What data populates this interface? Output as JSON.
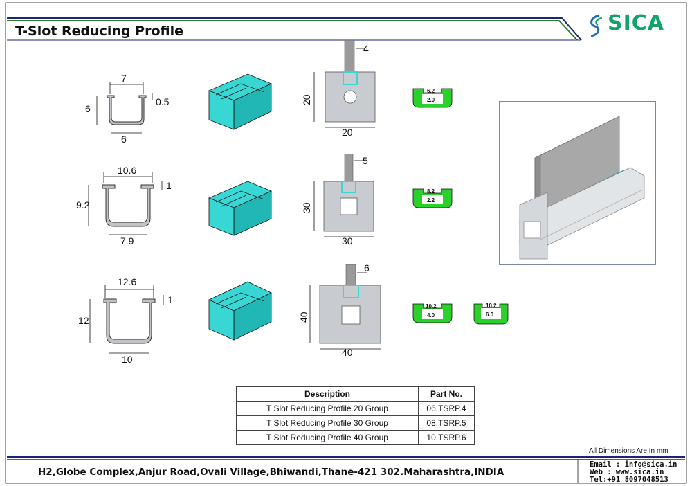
{
  "header": {
    "title": "T-Slot Reducing Profile",
    "logo_text": "SICA"
  },
  "rows": [
    {
      "group": "20",
      "profile_top": "7",
      "profile_side": "6",
      "profile_bottom": "6",
      "lip": "0.5",
      "slot_width": "4",
      "extrusion_h": "20",
      "extrusion_w": "20",
      "insert_a_top": "6.2",
      "insert_a_bottom": "2.0"
    },
    {
      "group": "30",
      "profile_top": "10.6",
      "profile_side": "9.2",
      "profile_bottom": "7.9",
      "lip": "1",
      "slot_width": "5",
      "extrusion_h": "30",
      "extrusion_w": "30",
      "insert_a_top": "8.2",
      "insert_a_bottom": "2.2"
    },
    {
      "group": "40",
      "profile_top": "12.6",
      "profile_side": "12",
      "profile_bottom": "10",
      "lip": "1",
      "slot_width": "6",
      "extrusion_h": "40",
      "extrusion_w": "40",
      "insert_a_top": "10.2",
      "insert_a_bottom": "4.0",
      "insert_b_top": "10.2",
      "insert_b_bottom": "6.0"
    }
  ],
  "table": {
    "headers": [
      "Description",
      "Part No."
    ],
    "rows": [
      [
        "T Slot Reducing Profile 20 Group",
        "06.TSRP.4"
      ],
      [
        "T Slot Reducing Profile 30 Group",
        "08.TSRP.5"
      ],
      [
        "T Slot Reducing Profile 40 Group",
        "10.TSRP.6"
      ]
    ]
  },
  "note": "All Dimensions Are In mm",
  "footer": {
    "address": "H2,Globe Complex,Anjur Road,Ovali Village,Bhiwandi,Thane-421 302.Maharashtra,INDIA",
    "email": "Email : info@sica.in",
    "web": "Web   : www.sica.in",
    "tel": "Tel:+91 8097048513"
  },
  "colors": {
    "accent_green": "#12a36b",
    "insert_green": "#2ad12a",
    "cyan": "#38d7d3",
    "navy": "#1a237e"
  }
}
